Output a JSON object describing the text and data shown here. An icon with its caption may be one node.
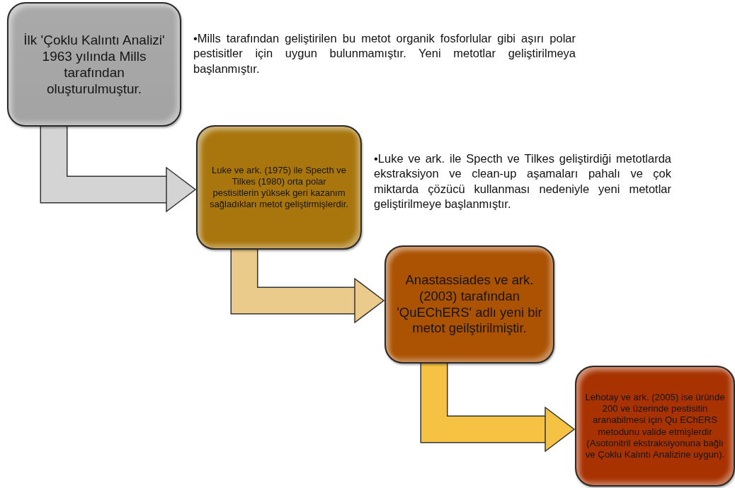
{
  "diagram": {
    "nodes": [
      {
        "text": [
          "İlk 'Çoklu Kalıntı Analizi' 1963 yılında Mills tarafından oluşturulmuştur."
        ],
        "beside": [
          "•Mills tarafından geliştirilen bu metot organik fosforlular gibi aşırı polar pestisitler için uygun bulunmamıştır. Yeni metotlar geliştirilmeya başlanmıştır."
        ]
      },
      {
        "text": [
          "Luke ve ark. (1975) ile Specth ve Tilkes (1980) orta polar pestisitlerin yüksek geri kazanım sağladıkları metot geliştirmişlerdir."
        ],
        "beside": [
          "•Luke ve ark. ile Specth ve Tilkes geliştirdiği metotlarda ekstraksiyon ve clean-up aşamaları pahalı ve çok miktarda çözücü kullanması nedeniyle yeni metotlar geliştirilmeye başlanmıştır."
        ]
      },
      {
        "text": [
          "Anastassiades ve ark. (2003) tarafından 'QuEChERS' adlı yeni bir metot geilştirilmiştir."
        ]
      },
      {
        "text": [
          "Lehotay ve ark. (2005) ise üründe 200 ve üzerinde pestisitin aranabilmesi için Qu EChERS metodunu valide etmişlerdir (Asotonitril ekstraksiyonuna bağlı ve Çoklu Kalıntı Analizine uygun)."
        ]
      }
    ],
    "edges": [
      {
        "from": 0,
        "to": 1,
        "arrow": "to",
        "color": "#d4d4d4"
      },
      {
        "from": 1,
        "to": 2,
        "arrow": "to",
        "color": "#ebcb8b"
      },
      {
        "from": 2,
        "to": 3,
        "arrow": "to",
        "color": "#f6c244"
      }
    ]
  }
}
